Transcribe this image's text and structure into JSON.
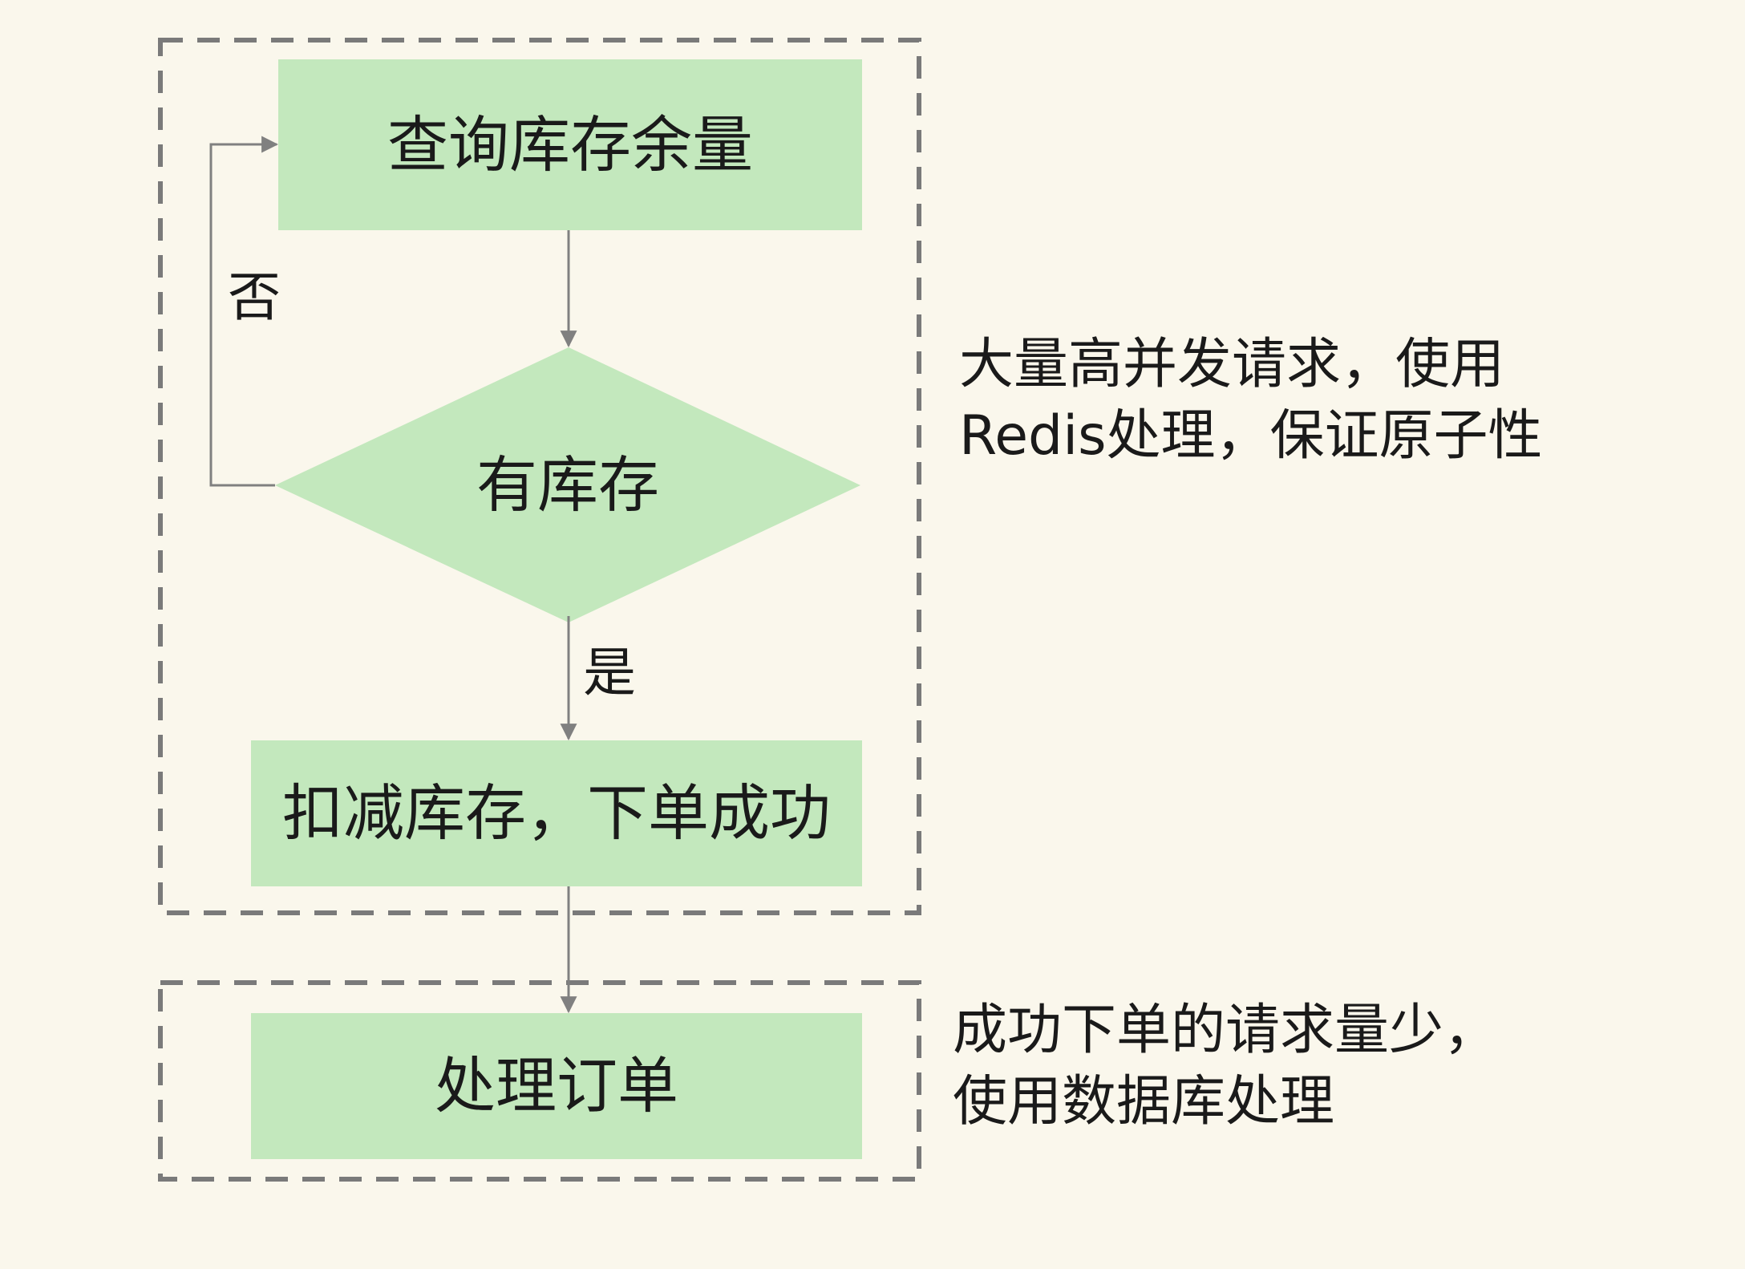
{
  "diagram": {
    "nodes": {
      "query_stock": "查询库存余量",
      "has_stock": "有库存",
      "deduct_stock": "扣减库存，下单成功",
      "process_order": "处理订单"
    },
    "edges": {
      "no_label": "否",
      "yes_label": "是"
    },
    "annotations": {
      "redis_note": {
        "line1": "大量高并发请求，使用",
        "line2": "Redis处理，保证原子性"
      },
      "db_note": {
        "line1": "成功下单的请求量少，",
        "line2": "使用数据库处理"
      }
    },
    "colors": {
      "node_fill": "#c3e8bd",
      "background": "#faf7ec",
      "dashed_border": "#7a7a7a",
      "arrow": "#808080"
    }
  }
}
